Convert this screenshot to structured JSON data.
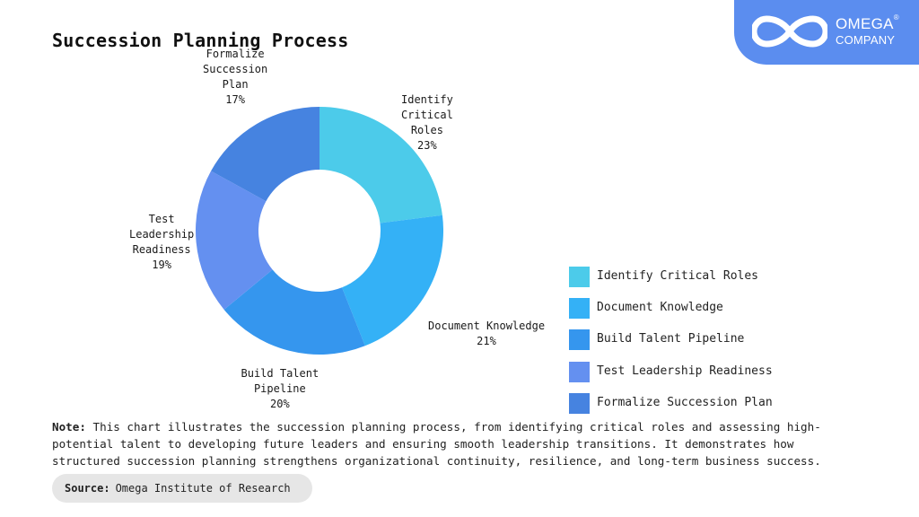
{
  "brand": {
    "line1": "OMEGA",
    "reg": "®",
    "line2": "COMPANY",
    "bg_color": "#5b8def"
  },
  "chart_data": {
    "type": "pie",
    "variant": "donut",
    "title": "Succession Planning Process",
    "slices": [
      {
        "name": "Identify Critical Roles",
        "label": "Identify\nCritical\nRoles",
        "value": 23,
        "value_label": "23%",
        "color": "#4ccbea"
      },
      {
        "name": "Document Knowledge",
        "label": "Document Knowledge",
        "value": 21,
        "value_label": "21%",
        "color": "#34b1f6"
      },
      {
        "name": "Build Talent Pipeline",
        "label": "Build Talent\nPipeline",
        "value": 20,
        "value_label": "20%",
        "color": "#3596ee"
      },
      {
        "name": "Test Leadership Readiness",
        "label": "Test\nLeadership\nReadiness",
        "value": 19,
        "value_label": "19%",
        "color": "#6490f0"
      },
      {
        "name": "Formalize Succession Plan",
        "label": "Formalize\nSuccession\nPlan",
        "value": 17,
        "value_label": "17%",
        "color": "#4683e0"
      }
    ],
    "legend_position": "right"
  },
  "note": {
    "prefix": "Note:",
    "text": "This chart illustrates the succession planning process, from identifying critical roles and assessing high-potential talent to developing future leaders and ensuring smooth leadership transitions. It demonstrates how structured succession planning strengthens organizational continuity, resilience, and long-term business success."
  },
  "source": {
    "prefix": "Source:",
    "text": "Omega Institute of Research"
  }
}
